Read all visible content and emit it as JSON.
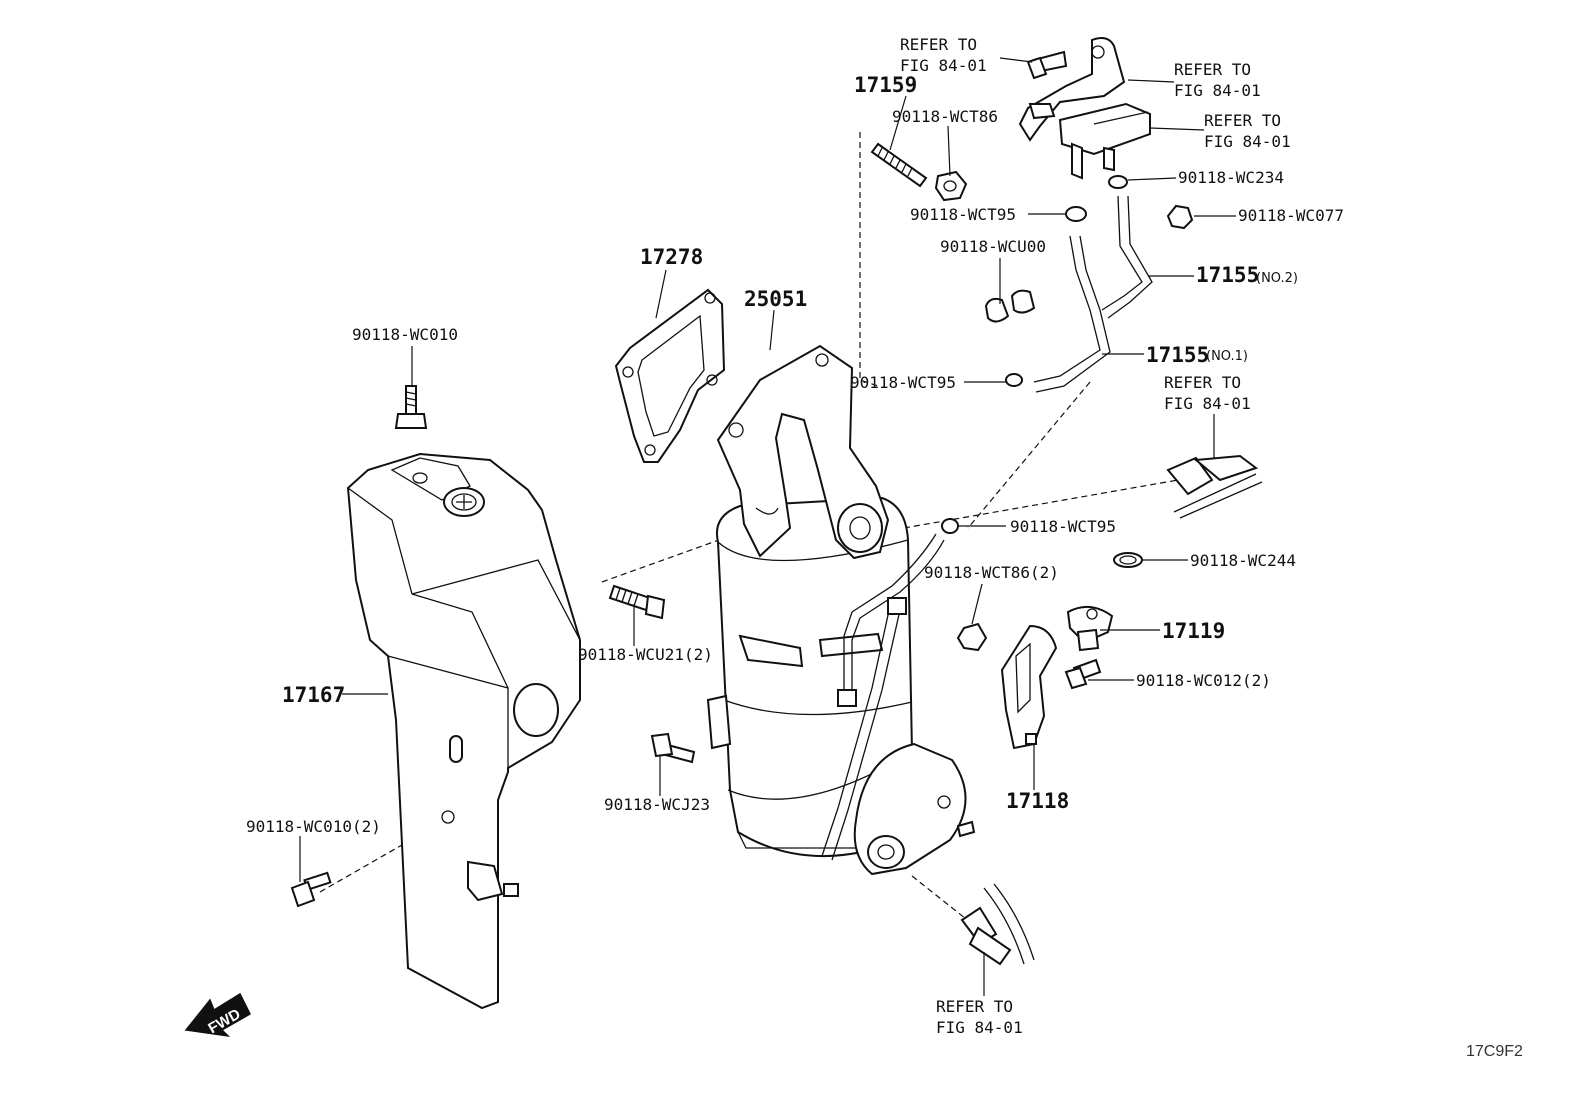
{
  "diagram": {
    "figure_code": "17C9F2",
    "fwd_arrow": "FWD",
    "refer_line1": "REFER TO",
    "refer_line2": "FIG 84-01",
    "parts": {
      "p17159": "17159",
      "p17278": "17278",
      "p25051": "25051",
      "p17155_no2": "17155",
      "p17155_no2_note": "(NO.2)",
      "p17155_no1": "17155",
      "p17155_no1_note": "(NO.1)",
      "p17167": "17167",
      "p17119": "17119",
      "p17118": "17118"
    },
    "fasteners": {
      "wct86": "90118-WCT86",
      "wc234": "90118-WC234",
      "wct95_a": "90118-WCT95",
      "wc077": "90118-WC077",
      "wcu00": "90118-WCU00",
      "wct95_b": "90118-WCT95",
      "wc010": "90118-WC010",
      "wct95_c": "90118-WCT95",
      "wc244": "90118-WC244",
      "wct86_2": "90118-WCT86(2)",
      "wcu21_2": "90118-WCU21(2)",
      "wc012_2": "90118-WC012(2)",
      "wcj23": "90118-WCJ23",
      "wc010_2": "90118-WC010(2)"
    }
  }
}
